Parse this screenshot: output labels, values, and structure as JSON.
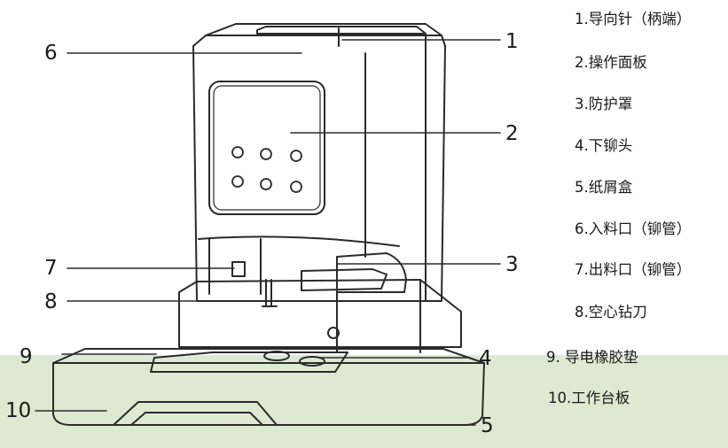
{
  "colors": {
    "line": "#2a2a2a",
    "band": "#dde9d2",
    "text": "#1a1a1a"
  },
  "callouts": {
    "n1": "1",
    "n2": "2",
    "n3": "3",
    "n4": "4",
    "n5": "5",
    "n6": "6",
    "n7": "7",
    "n8": "8",
    "n9": "9",
    "n10": "10"
  },
  "legend": [
    "1.导向针（柄端）",
    "2.操作面板",
    "3.防护罩",
    "4.下铆头",
    "5.纸屑盒",
    "6.入料口（铆管）",
    "7.出料口（铆管）",
    "8.空心钻刀",
    "9. 导电橡胶垫",
    "10.工作台板"
  ]
}
